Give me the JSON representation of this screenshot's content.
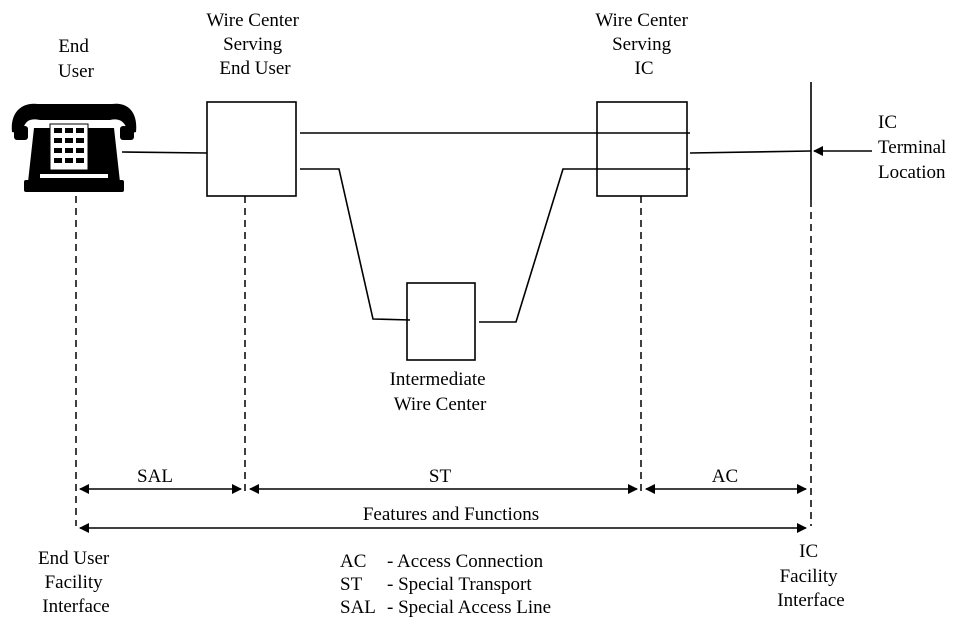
{
  "nodes": {
    "end_user": [
      "End",
      "User"
    ],
    "wc_end_user": [
      "Wire Center",
      "Serving",
      "End User"
    ],
    "wc_ic": [
      "Wire Center",
      "Serving",
      "IC"
    ],
    "ic_terminal": [
      "IC",
      "Terminal",
      "Location"
    ],
    "intermediate_wc": [
      "Intermediate",
      "Wire Center"
    ]
  },
  "segments": {
    "sal": "SAL",
    "st": "ST",
    "ac": "AC",
    "features": "Features and Functions"
  },
  "interfaces": {
    "end_user_facility": [
      "End User",
      "Facility",
      "Interface"
    ],
    "ic_facility": [
      "IC",
      "Facility",
      "Interface"
    ]
  },
  "legend": [
    {
      "abbr": "AC",
      "desc": "- Access Connection"
    },
    {
      "abbr": "ST",
      "desc": "- Special Transport"
    },
    {
      "abbr": "SAL",
      "desc": "- Special Access Line"
    }
  ]
}
